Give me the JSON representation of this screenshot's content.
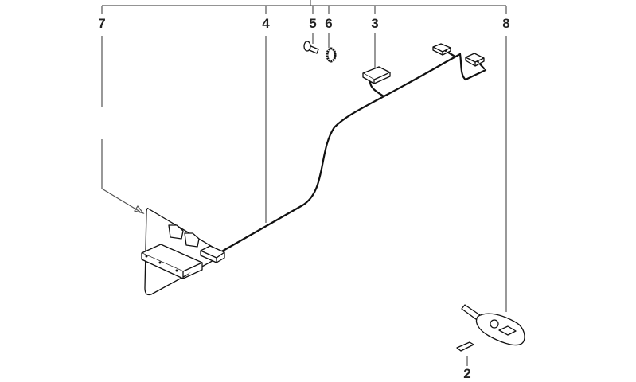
{
  "diagram": {
    "callouts": [
      {
        "id": "7",
        "label": "7"
      },
      {
        "id": "4",
        "label": "4"
      },
      {
        "id": "5",
        "label": "5"
      },
      {
        "id": "6",
        "label": "6"
      },
      {
        "id": "3",
        "label": "3"
      },
      {
        "id": "8",
        "label": "8"
      },
      {
        "id": "2",
        "label": "2"
      }
    ],
    "colors": {
      "line": "#555555",
      "ink": "#111111",
      "background": "#ffffff"
    }
  }
}
